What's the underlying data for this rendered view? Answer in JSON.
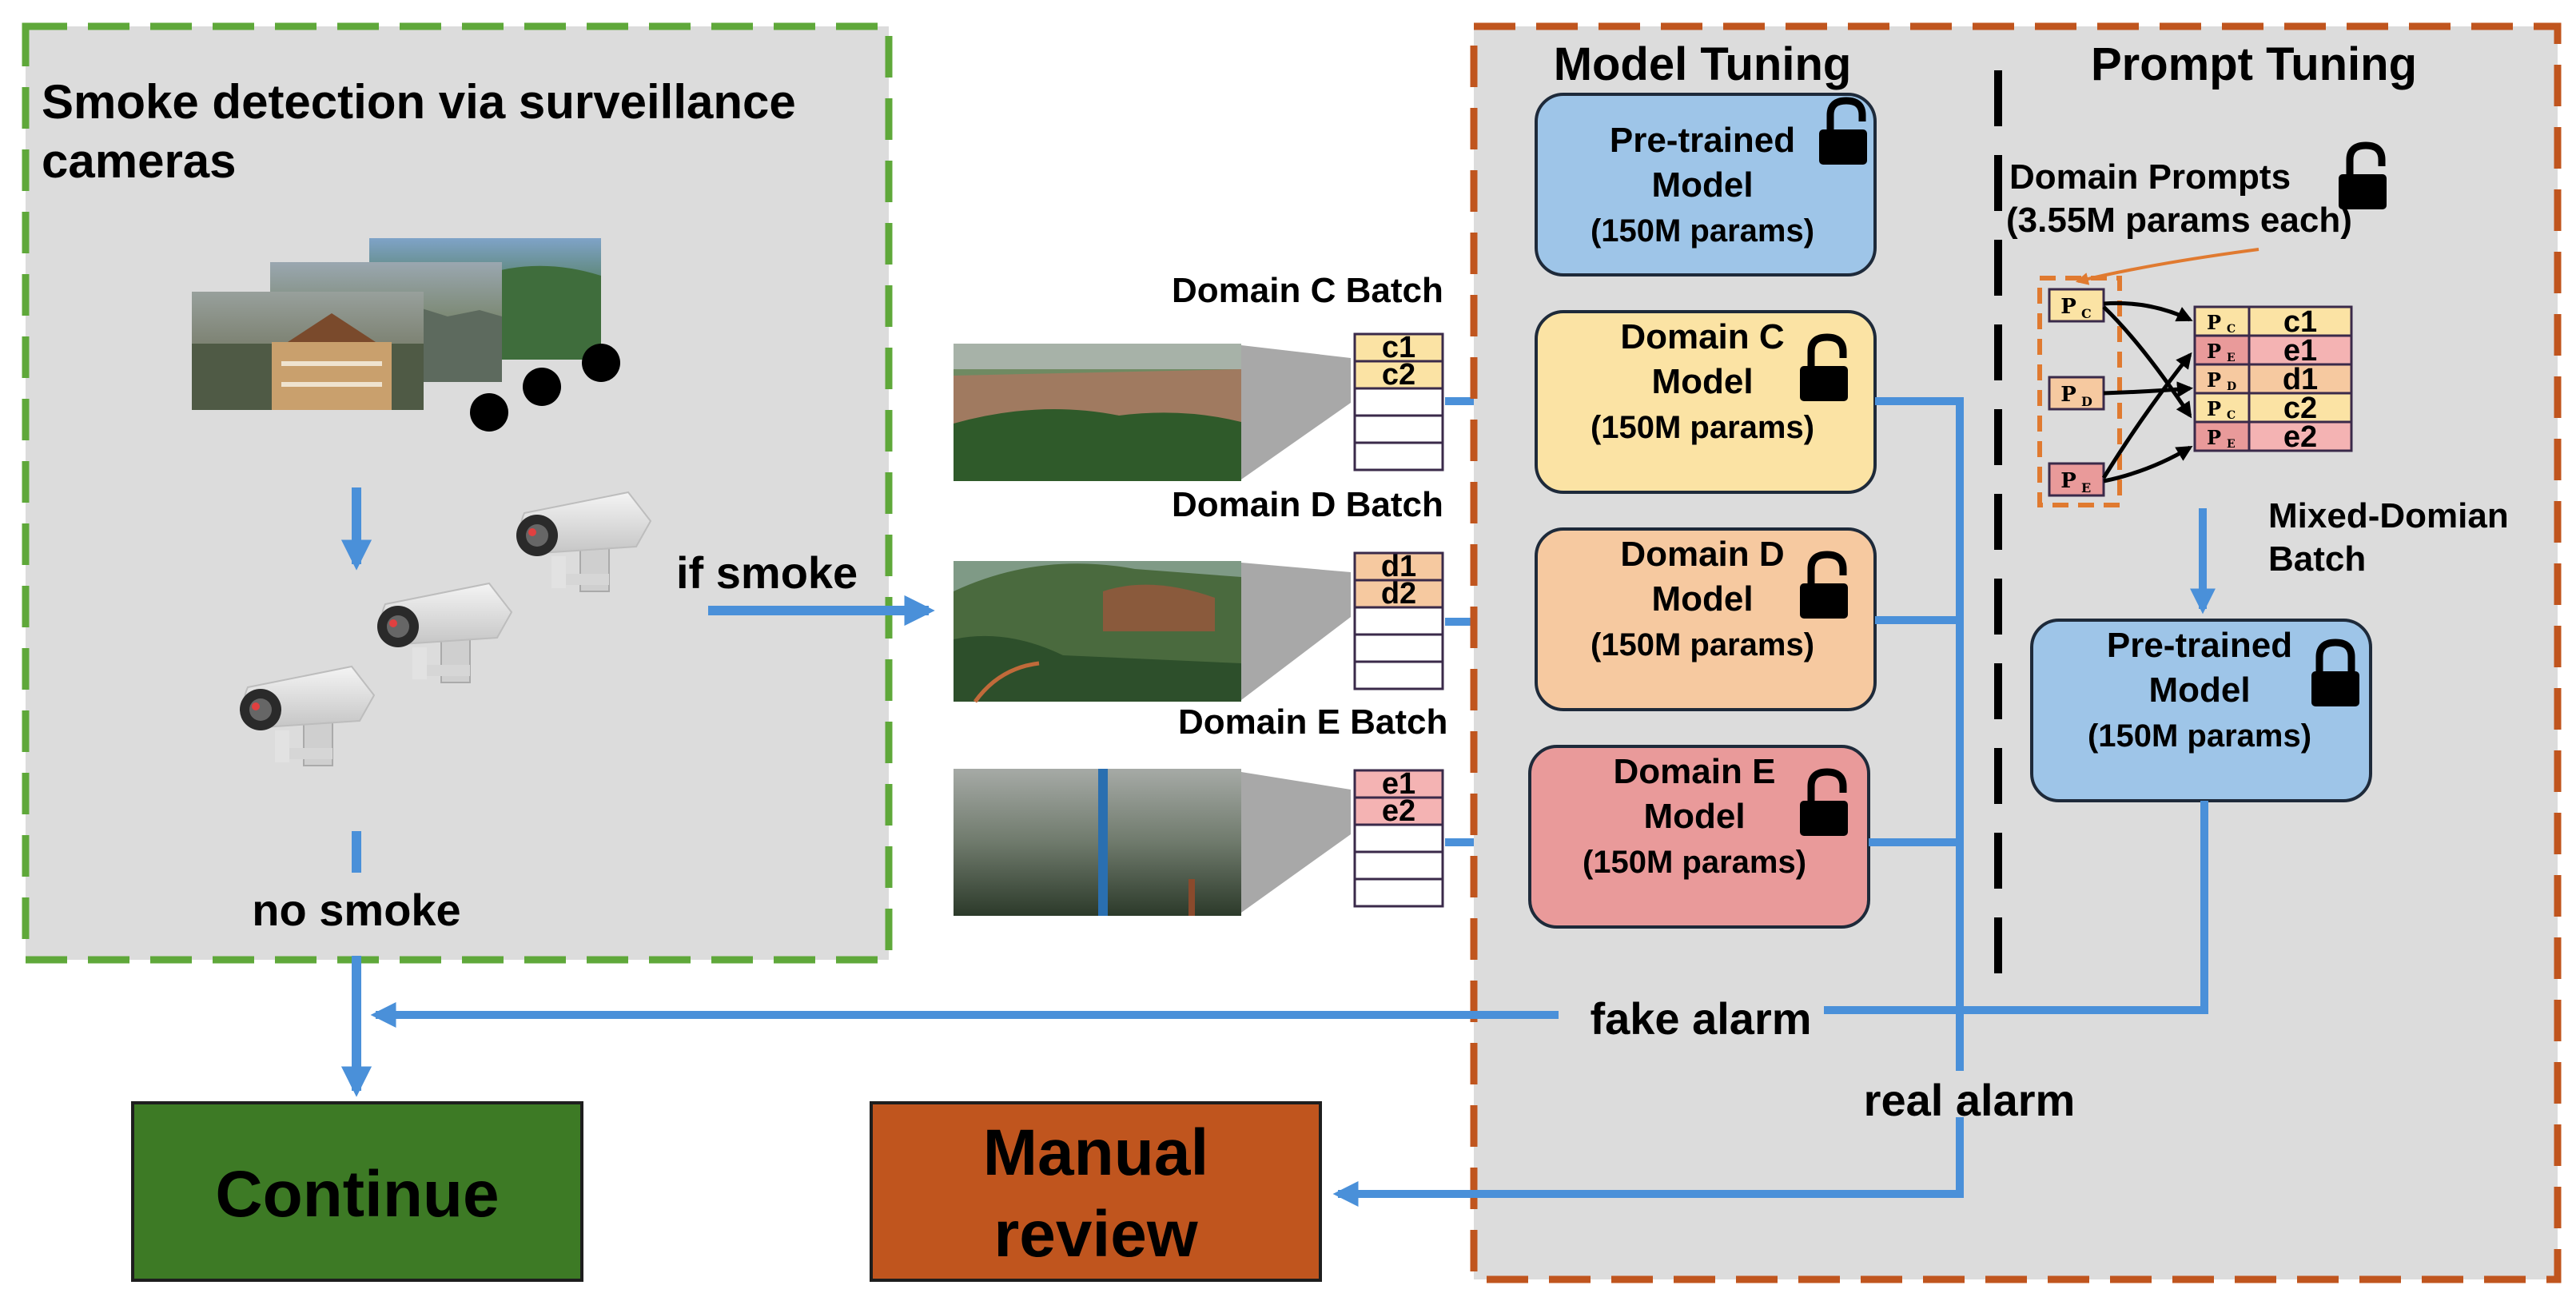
{
  "left_panel": {
    "title_line1": "Smoke detection via surveillance",
    "title_line2": "cameras",
    "if_smoke": "if smoke",
    "no_smoke": "no smoke"
  },
  "batches": [
    {
      "label": "Domain C Batch",
      "items": [
        "c1",
        "c2"
      ]
    },
    {
      "label": "Domain D Batch",
      "items": [
        "d1",
        "d2"
      ]
    },
    {
      "label": "Domain E Batch",
      "items": [
        "e1",
        "e2"
      ]
    }
  ],
  "model_tuning": {
    "header": "Model Tuning",
    "pretrained": {
      "line1": "Pre-trained",
      "line2": "Model",
      "params": "(150M params)"
    },
    "domains": [
      {
        "line1": "Domain C",
        "line2": "Model",
        "params": "(150M params)"
      },
      {
        "line1": "Domain D",
        "line2": "Model",
        "params": "(150M params)"
      },
      {
        "line1": "Domain E",
        "line2": "Model",
        "params": "(150M params)"
      }
    ]
  },
  "prompt_tuning": {
    "header": "Prompt Tuning",
    "domain_prompts": "Domain Prompts",
    "prompts_params": "(3.55M params each)",
    "prompts": [
      {
        "base": "P",
        "sub": "C"
      },
      {
        "base": "P",
        "sub": "D"
      },
      {
        "base": "P",
        "sub": "E"
      }
    ],
    "mixed_rows": [
      {
        "base": "P",
        "sub": "C",
        "item": "c1"
      },
      {
        "base": "P",
        "sub": "E",
        "item": "e1"
      },
      {
        "base": "P",
        "sub": "D",
        "item": "d1"
      },
      {
        "base": "P",
        "sub": "C",
        "item": "c2"
      },
      {
        "base": "P",
        "sub": "E",
        "item": "e2"
      }
    ],
    "mixed_label_line1": "Mixed-Domian",
    "mixed_label_line2": "Batch",
    "pretrained": {
      "line1": "Pre-trained",
      "line2": "Model",
      "params": "(150M params)"
    }
  },
  "alarms": {
    "fake": "fake alarm",
    "real": "real alarm"
  },
  "outputs": {
    "continue": "Continue",
    "manual_line1": "Manual",
    "manual_line2": "review"
  },
  "colors": {
    "green_frame": "#5fa83a",
    "orange_frame": "#c0551e",
    "panel_gray": "#dcdcdc",
    "arrow_blue": "#4a90d9",
    "model_blue": "#9ec5e8",
    "domain_c": "#fbe3a4",
    "domain_d": "#f6c9a0",
    "domain_e": "#e99a9a",
    "continue_green": "#3d7a25",
    "manual_orange": "#c0551e"
  }
}
